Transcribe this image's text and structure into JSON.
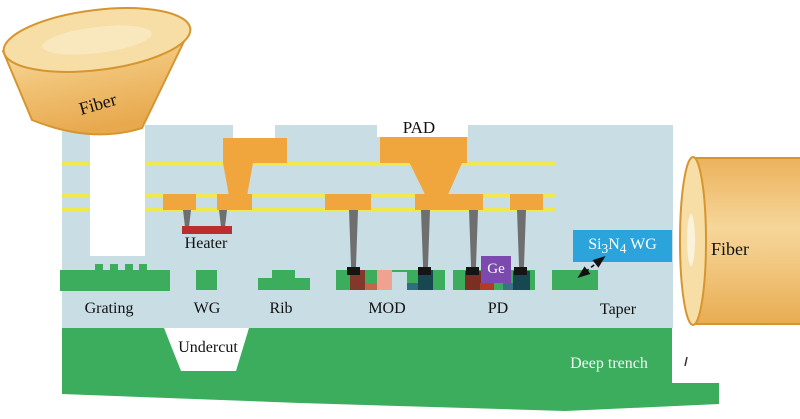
{
  "labels": {
    "fiber_left": "Fiber",
    "fiber_right": "Fiber",
    "pad": "PAD",
    "heater": "Heater",
    "grating": "Grating",
    "wg": "WG",
    "rib": "Rib",
    "mod": "MOD",
    "pd": "PD",
    "taper": "Taper",
    "undercut": "Undercut",
    "deep_trench": "Deep trench",
    "ge": "Ge",
    "si3n4": {
      "si": "Si",
      "sub3": "3",
      "n": "N",
      "sub4": "4",
      "wg": " WG"
    }
  },
  "colors": {
    "oxide_cladding": "#C9DDE5",
    "metal_orange": "#F0A63C",
    "metal_line_yellow": "#EFE94F",
    "silicon_green": "#3BAD5C",
    "via_gray": "#6F6F6F",
    "contact_black": "#151515",
    "heater_red": "#BC2E2E",
    "mod_p_plus_brown": "#82392B",
    "mod_p_brown": "#C2674C",
    "mod_p_salmon": "#EFA28F",
    "mod_n_light_blue": "#C5DCE3",
    "mod_n_teal": "#2E6E7E",
    "mod_n_plus_teal": "#174850",
    "pd_p_brown": "#7B2F23",
    "pd_red": "#B23A28",
    "ge_purple": "#7C4AAE",
    "si3n4_blue": "#2AA4DB",
    "fiber_fill": "#F1C478",
    "fiber_outline": "#D6952F"
  }
}
